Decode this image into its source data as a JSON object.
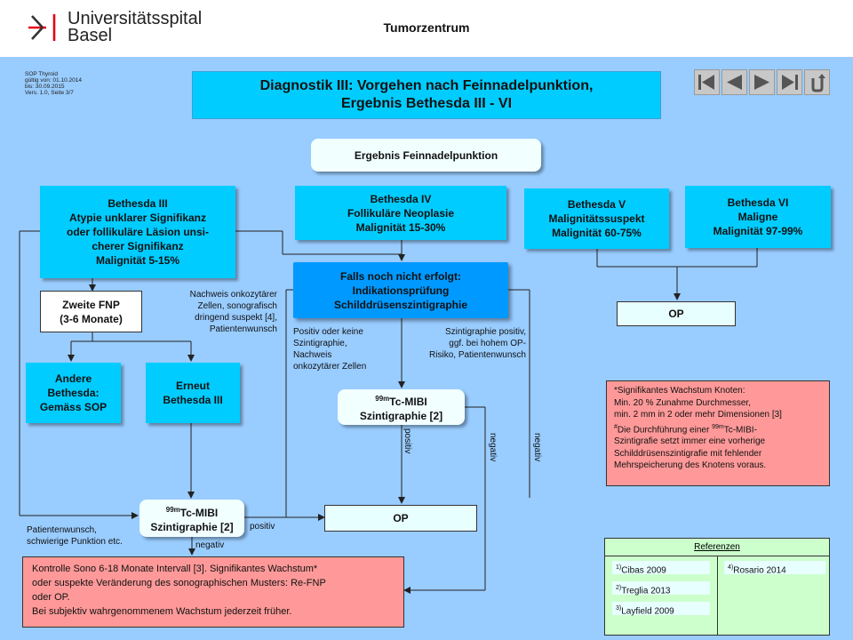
{
  "header": {
    "logo_line1": "Universitätsspital",
    "logo_line2": "Basel",
    "center": "Tumorzentrum"
  },
  "sop": [
    "SOP Thyroid",
    "gültig von: 01.10.2014",
    "bis: 30.09.2015",
    "Vers. 1.0, Seite 3/7"
  ],
  "title": {
    "line1": "Diagnostik III: Vorgehen nach Feinnadelpunktion,",
    "line2": "Ergebnis Bethesda III - VI"
  },
  "nav": [
    "first-page-icon",
    "previous-page-icon",
    "next-page-icon",
    "last-page-icon",
    "return-icon"
  ],
  "nodes": {
    "ergebnis": "Ergebnis Feinnadelpunktion",
    "b3": [
      "Bethesda III",
      "Atypie  unklarer Signifikanz",
      "oder follikuläre Läsion unsi-",
      "cherer Signifikanz",
      "Malignität 5-15%"
    ],
    "b4": [
      "Bethesda IV",
      "Follikuläre Neoplasie",
      "Malignität 15-30%"
    ],
    "b5": [
      "Bethesda V",
      "Malignitätssuspekt",
      "Malignität 60-75%"
    ],
    "b6": [
      "Bethesda VI",
      "Maligne",
      "Malignität 97-99%"
    ],
    "indikation": [
      "Falls noch nicht erfolgt:",
      "Indikationsprüfung",
      "Schilddrüsenszintigraphie"
    ],
    "op_right": "OP",
    "zweite_fnp": [
      "Zweite FNP",
      "(3-6 Monate)"
    ],
    "andere": [
      "Andere",
      "Bethesda:",
      "Gemäss SOP"
    ],
    "erneut": [
      "Erneut",
      "Bethesda III"
    ],
    "mibi_center": {
      "sup": "99m",
      "l1": "Tc-MIBI",
      "l2": "Szintigraphie [2]"
    },
    "mibi_left": {
      "sup": "99m",
      "l1": "Tc-MIBI",
      "l2": "Szintigraphie [2]"
    },
    "op_center": "OP"
  },
  "notes": {
    "nachweis": [
      "Nachweis onkozytärer",
      "Zellen, sonografisch",
      "dringend suspekt [4],",
      "Patientenwunsch"
    ],
    "positiv_keine": [
      "Positiv oder keine",
      "Szintigraphie,",
      "Nachweis",
      "onkozytärer Zellen"
    ],
    "szinti_positiv": [
      "Szintigraphie positiv,",
      "ggf. bei hohem OP-",
      "Risiko, Patientenwunsch"
    ],
    "patientenwunsch": [
      "Patientenwunsch,",
      "schwierige Punktion etc."
    ],
    "positiv_h": "positiv",
    "negativ_h": "negativ",
    "positiv_v": "positiv",
    "negativ_v1": "negativ",
    "negativ_v2": "negativ"
  },
  "kontrolle": {
    "line1": "Kontrolle Sono 6-18 Monate Intervall  [3]. Signifikantes Wachstum*",
    "line2": "oder suspekte Veränderung des sonographischen Musters: Re-FNP",
    "line3": "oder OP.",
    "line4": "Bei subjektiv wahrgenommenem  Wachstum jederzeit früher."
  },
  "footnote": {
    "l1": "*Signifikantes Wachstum Knoten:",
    "l2": "Min. 20 % Zunahme Durchmesser,",
    "l3": "min. 2 mm in 2 oder mehr Dimensionen [3]",
    "l4a": "Die Durchführung einer ",
    "l4_mark": "#",
    "l4_sup": "99m",
    "l4b": "Tc-MIBI-",
    "l5": "Szintigrafie setzt immer eine vorherige",
    "l6": "Schilddrüsenszintigrafie mit fehlender",
    "l7": "Mehrspeicherung des Knotens voraus."
  },
  "refs": {
    "title": "Referenzen",
    "items": [
      {
        "num": "1)",
        "text": "Cibas 2009"
      },
      {
        "num": "4)",
        "text": "Rosario 2014"
      },
      {
        "num": "2)",
        "text": "Treglia 2013"
      },
      {
        "num": "3)",
        "text": "Layfield 2009"
      }
    ]
  },
  "colors": {
    "background": "#99ccff",
    "box_cyan": "#00ccff",
    "box_highlight": "#0099ff",
    "note_pink": "#ff9999",
    "refs_green": "#ccffcc",
    "logo_red": "#e2001a"
  }
}
